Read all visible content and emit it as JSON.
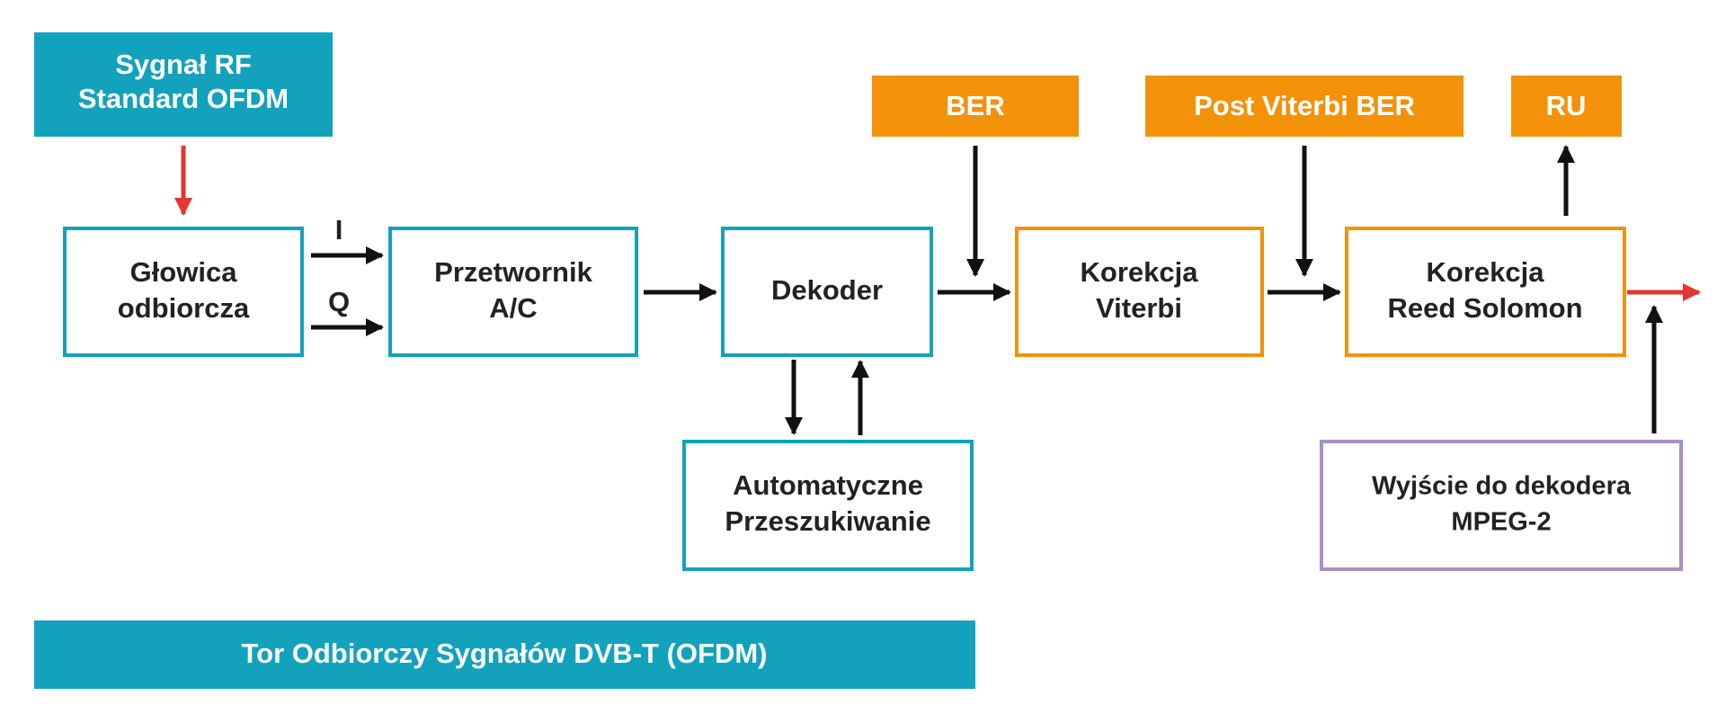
{
  "colors": {
    "teal": "#13a2bc",
    "orange": "#f39208",
    "purple": "#a98fc6",
    "arrow_black": "#111111",
    "arrow_red": "#e5352f",
    "text_dark": "#222222",
    "text_light": "#ffffff"
  },
  "rf_signal": {
    "line1": "Sygnał RF",
    "line2": "Standard OFDM"
  },
  "blocks": {
    "tuner": {
      "line1": "Głowica",
      "line2": "odbiorcza"
    },
    "adc": {
      "line1": "Przetwornik",
      "line2": "A/C"
    },
    "decoder": {
      "line1": "Dekoder"
    },
    "auto_search": {
      "line1": "Automatyczne",
      "line2": "Przeszukiwanie"
    },
    "viterbi": {
      "line1": "Korekcja",
      "line2": "Viterbi"
    },
    "reed_solomon": {
      "line1": "Korekcja",
      "line2": "Reed Solomon"
    },
    "mpeg_output": {
      "line1": "Wyjście do dekodera",
      "line2": "MPEG-2"
    }
  },
  "indicators": {
    "ber": "BER",
    "post_viterbi_ber": "Post Viterbi BER",
    "ru": "RU"
  },
  "signal_labels": {
    "i": "I",
    "q": "Q"
  },
  "footer": {
    "title": "Tor Odbiorczy Sygnałów DVB-T (OFDM)"
  }
}
